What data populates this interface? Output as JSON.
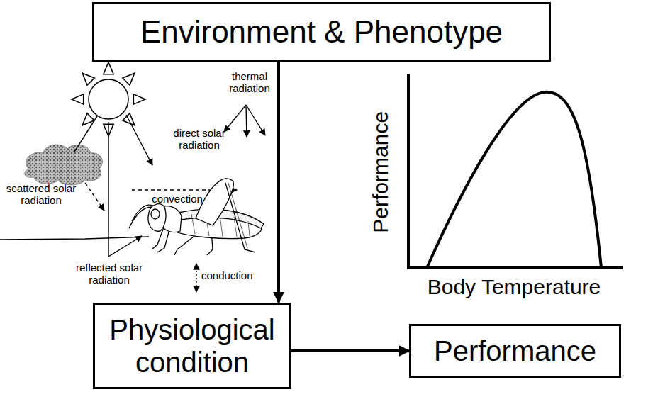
{
  "diagram": {
    "nodes": [
      {
        "text": [
          "Environment & Phenotype"
        ]
      },
      {
        "text": [
          "Physiological condition"
        ]
      },
      {
        "text": [
          "Performance"
        ]
      }
    ],
    "edges": [
      {
        "from": 0,
        "to": 1,
        "arrow": "to"
      },
      {
        "from": 1,
        "to": 2,
        "arrow": "to"
      }
    ],
    "labels": [
      "thermal radiation",
      "direct solar radiation",
      "scattered solar radiation",
      "convection",
      "reflected solar radiation",
      "conduction",
      "Performance",
      "Body Temperature"
    ]
  }
}
